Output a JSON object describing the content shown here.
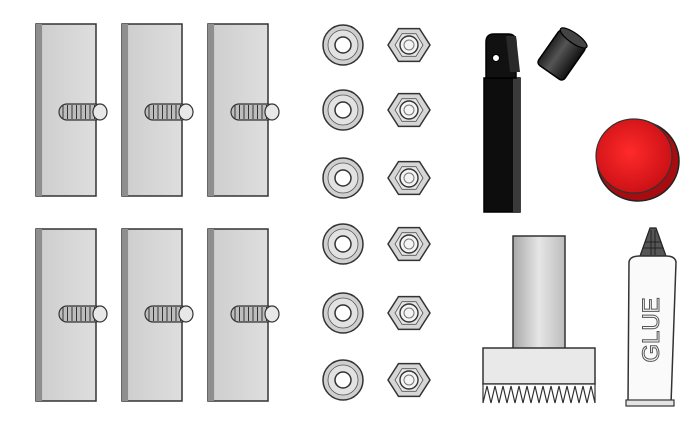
{
  "parts": {
    "plates_with_studs": {
      "count": 6
    },
    "washers": {
      "count": 6
    },
    "hex_nuts": {
      "count": 6
    },
    "tool_handle": {
      "count": 1
    },
    "tool_cap": {
      "count": 1
    },
    "red_disc": {
      "count": 1,
      "color": "#e3181f"
    },
    "spreader": {
      "count": 1
    },
    "glue_tube": {
      "count": 1,
      "label": "GLUE"
    }
  },
  "colors": {
    "plate_fill": "#d4d4d4",
    "outline": "#333333",
    "handle_fill": "#111111",
    "red": "#e3181f"
  }
}
